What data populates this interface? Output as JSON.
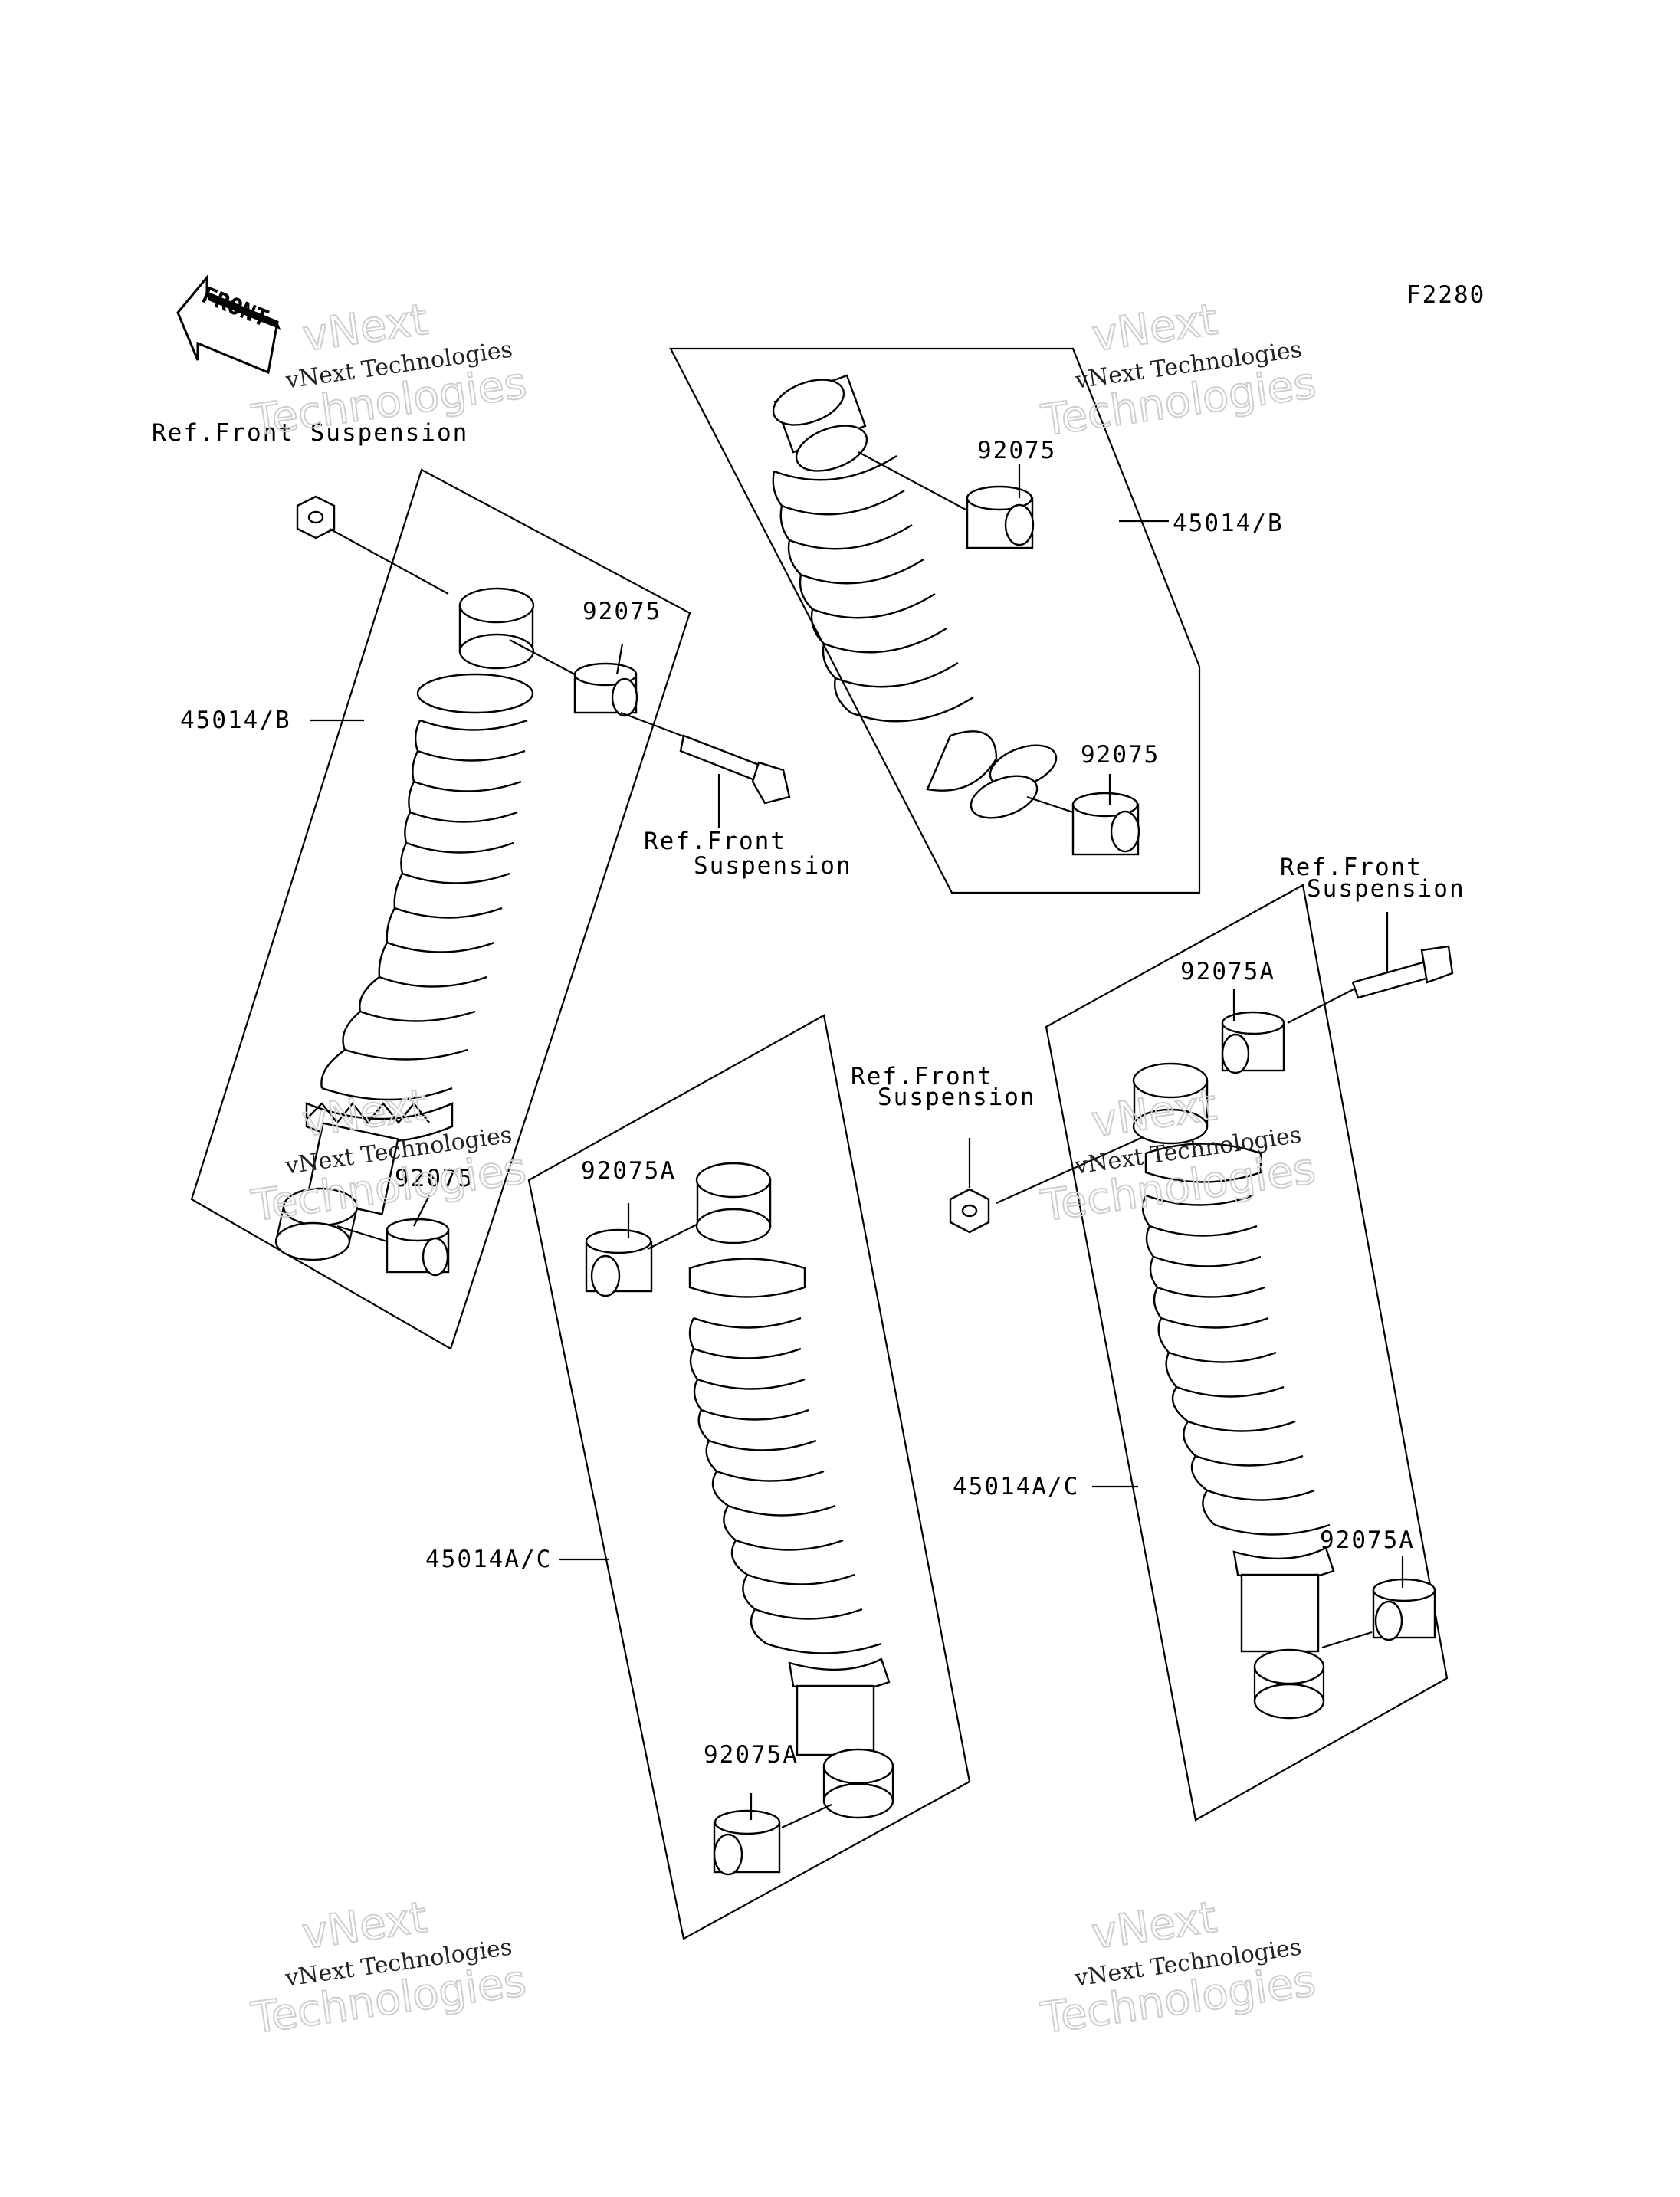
{
  "diagram_code": "F2280",
  "front_arrow_text": "FRONT",
  "watermark": {
    "line1": "vNext Technologies",
    "big1": "vNext",
    "big2": "Technologies"
  },
  "callouts": {
    "ref_front_suspension_top": "Ref.Front Suspension",
    "label_45014b_left": "45014/B",
    "label_92075_upper_left": "92075",
    "ref_front_bolt_line1": "Ref.Front",
    "ref_front_bolt_line2": "Suspension",
    "label_92075_bottom_left": "92075",
    "label_92075_top_right": "92075",
    "label_45014b_right": "45014/B",
    "label_92075_mid_right": "92075",
    "ref_front_right_line1": "Ref.Front",
    "ref_front_right_line2": "Suspension",
    "label_92075a_right_top": "92075A",
    "ref_front_mid_line1": "Ref.Front",
    "ref_front_mid_line2": "Suspension",
    "label_92075a_center_top": "92075A",
    "label_45014ac_center": "45014A/C",
    "label_92075a_center_bottom": "92075A",
    "label_45014ac_right": "45014A/C",
    "label_92075a_right_bottom": "92075A"
  }
}
